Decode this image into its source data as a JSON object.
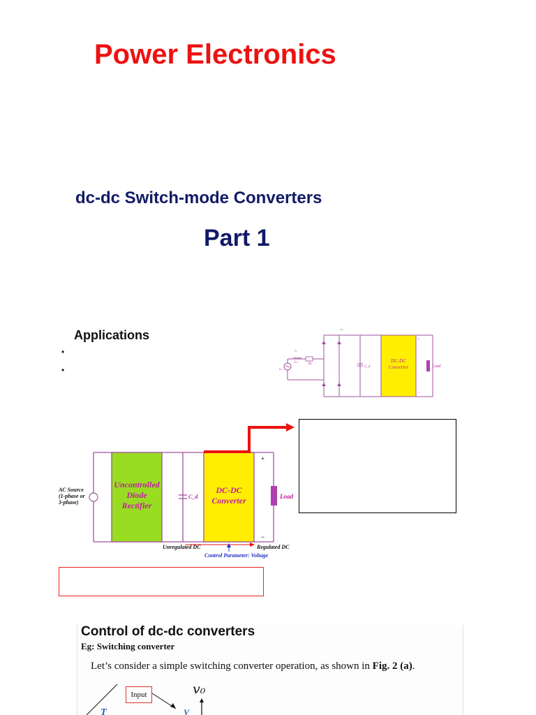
{
  "header": {
    "title": "Power Electronics",
    "subtitle": "dc-dc Switch-mode Converters",
    "part": "Part 1"
  },
  "applications": {
    "heading": "Applications",
    "bullets": [
      "•",
      "•"
    ]
  },
  "small_schematic": {
    "labels": {
      "i_in": "iᵢₙ",
      "i_s": "iₛ",
      "l_s": "Lₛ",
      "r_s": "Rₛ",
      "v_s": "vₛ",
      "c_d": "C_d",
      "dcdc_line1": "DC-DC",
      "dcdc_line2": "Converter",
      "load": "Load",
      "plus": "+",
      "minus": "−"
    }
  },
  "block_diagram": {
    "ac_source_line1": "AC Source",
    "ac_source_line2": "(1-phase or",
    "ac_source_line3": "3-phase)",
    "rectifier_line1": "Uncontrolled",
    "rectifier_line2": "Diode",
    "rectifier_line3": "Rectifier",
    "cap_label": "C_d",
    "converter_line1": "DC-DC",
    "converter_line2": "Converter",
    "load": "Load",
    "plus": "+",
    "minus": "−",
    "unregulated": "Unregulated DC",
    "regulated": "Regulated DC",
    "control_param": "Control Parameter: Voltage"
  },
  "control_section": {
    "title": "Control of dc-dc converters",
    "eg": "Eg: Switching converter",
    "body_prefix": "Let’s consider a simple switching converter operation, as shown in ",
    "body_fig": "Fig. 2 (a)",
    "body_suffix": ".",
    "input_label": "Input",
    "v0_label": "v₀",
    "t_label": "T",
    "v_label": "V"
  },
  "colors": {
    "title_red": "#ee1111",
    "navy": "#111a66",
    "wire_purple": "#a050a0",
    "rectifier_green": "#99dd22",
    "converter_yellow": "#ffee00",
    "load_purple": "#b040b0",
    "arrow_red": "#ee1111",
    "label_magenta": "#c020a0",
    "control_blue": "#2030c0"
  }
}
